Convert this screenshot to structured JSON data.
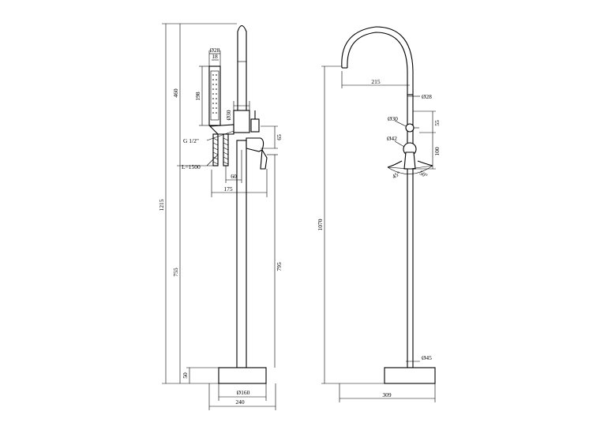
{
  "side_view": {
    "dim_total_height": "1215",
    "dim_upper_height": "460",
    "dim_lower_height": "755",
    "dim_base_height": "50",
    "dim_handshower_dia_outer": "Ø28",
    "dim_handshower_dia_inner": "18",
    "dim_handshower_length": "198",
    "dim_body_dia": "Ø30",
    "dim_connection": "G 1/2\"",
    "dim_hose_length": "L=1500",
    "dim_outlet_offset": "65",
    "dim_body_to_hose": "60",
    "dim_handle_reach": "175",
    "dim_lower_section": "795",
    "dim_base_dia": "Ø160",
    "dim_base_width": "240"
  },
  "front_view": {
    "dim_spout_reach": "215",
    "dim_column_dia": "Ø28",
    "dim_diverter_dia": "Ø30",
    "dim_diverter_offset": "55",
    "dim_lever_dia": "Ø42",
    "dim_lever_offset": "100",
    "dim_angle_left": "45°",
    "dim_angle_right": "50°",
    "dim_column_height": "1070",
    "dim_base_column_dia": "Ø45",
    "dim_base_width": "309"
  }
}
